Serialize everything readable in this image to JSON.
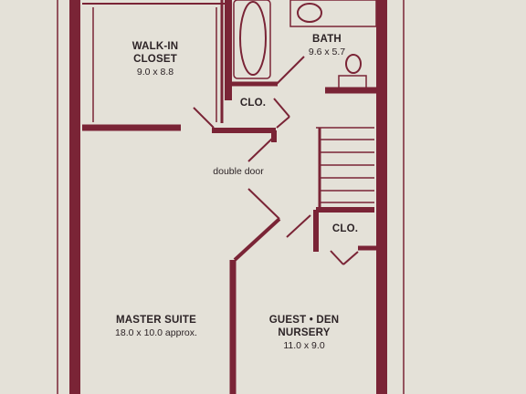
{
  "colors": {
    "paper": "#e4e1d8",
    "wall": "#7a2436",
    "line": "#7a2436",
    "text": "#2c2326"
  },
  "rooms": {
    "walk_in_closet": {
      "name_line1": "WALK-IN",
      "name_line2": "CLOSET",
      "dims": "9.0 x 8.8"
    },
    "bath": {
      "name": "BATH",
      "dims": "9.6 x 5.7"
    },
    "closet_upper": {
      "name": "CLO."
    },
    "closet_lower": {
      "name": "CLO."
    },
    "master_suite": {
      "name": "MASTER SUITE",
      "dims": "18.0 x 10.0 approx."
    },
    "guest_den": {
      "name_line1": "GUEST • DEN",
      "name_line2": "NURSERY",
      "dims": "11.0 x 9.0"
    }
  },
  "annotations": {
    "double_door": "double door"
  }
}
